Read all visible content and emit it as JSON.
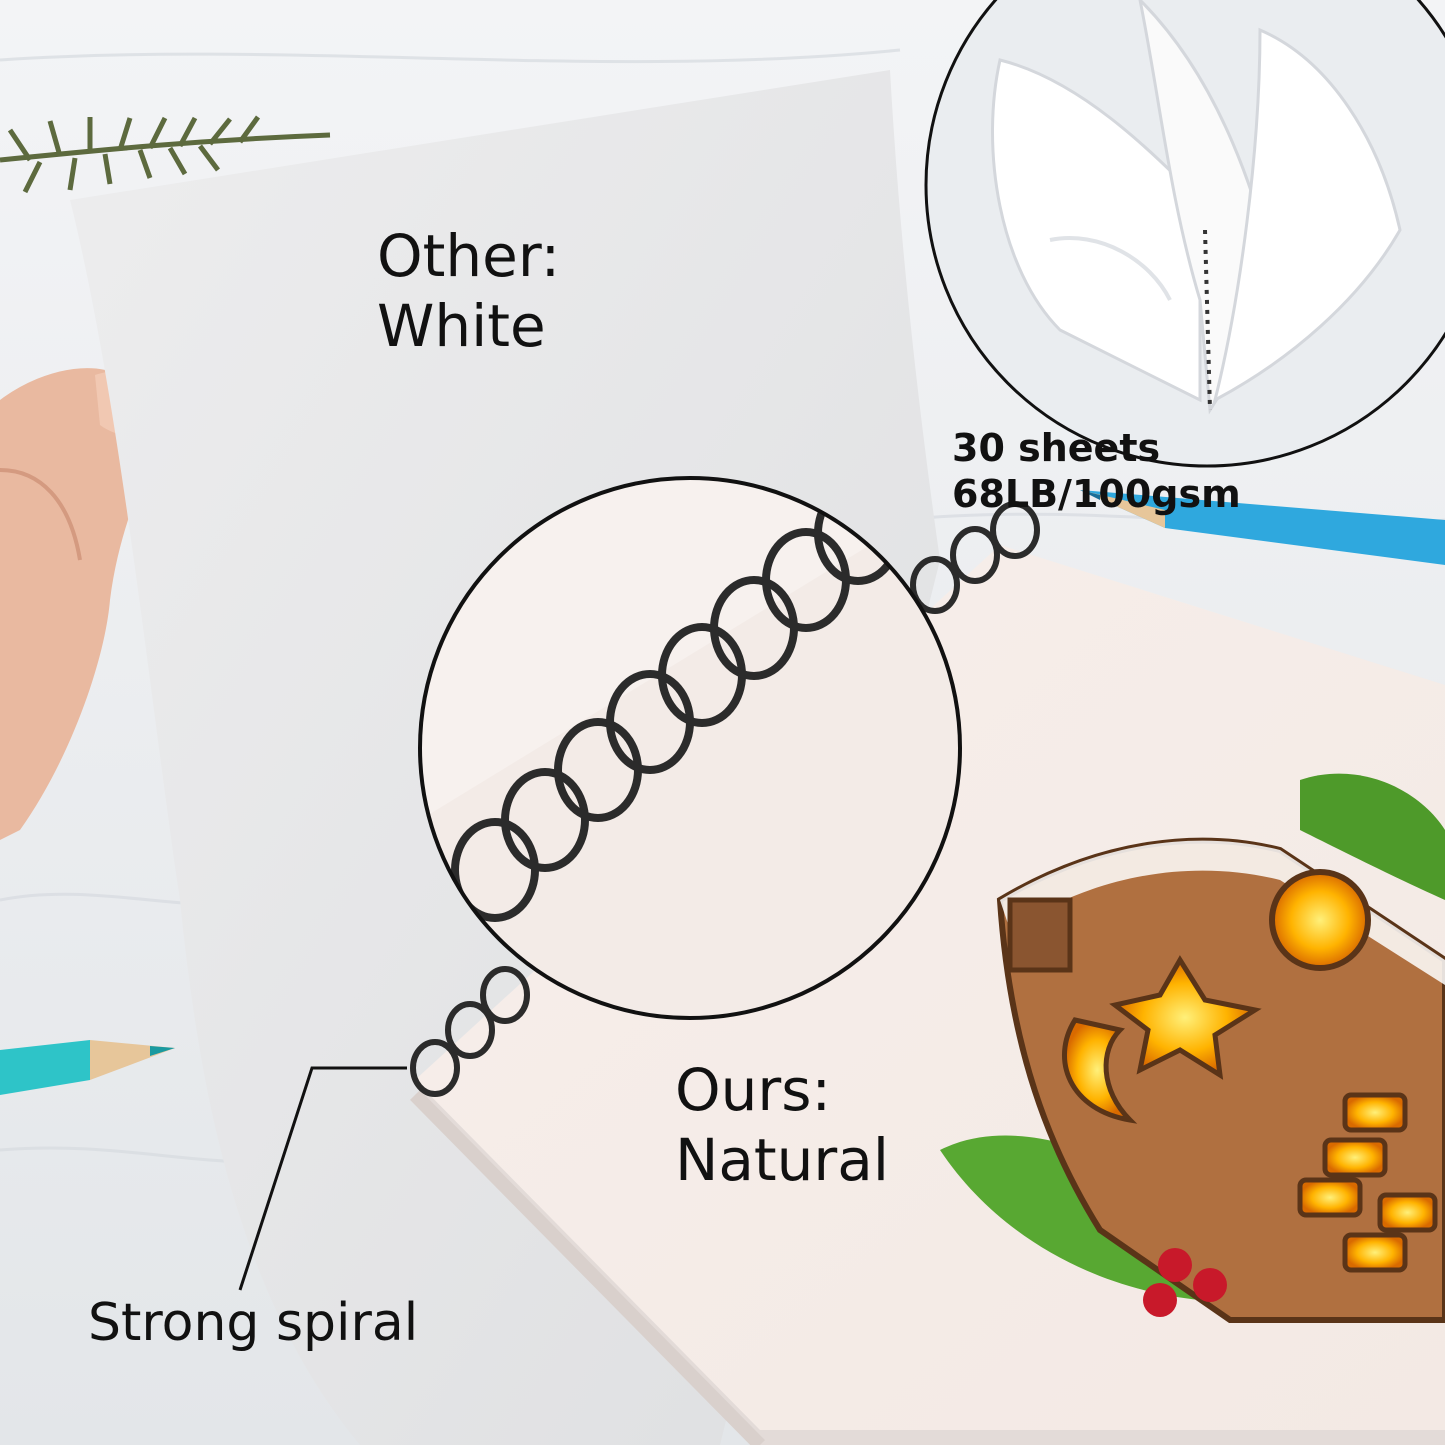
{
  "labels": {
    "other": "Other:\nWhite",
    "ours": "Ours:\nNatural",
    "spiral": "Strong spiral",
    "sheets": "30 sheets 68LB/100gsm"
  },
  "colors": {
    "background": "#eef0f2",
    "white_paper": "#e9e9ea",
    "natural_paper": "#f6eeea",
    "spiral": "#2b2b2b",
    "pencil_blue": "#2fa8de",
    "pencil_teal": "#2ec4c8",
    "gingerbread": "#b07040",
    "window_glow": "#ffb300",
    "pine": "#4e9a2a",
    "berry": "#c8192a"
  },
  "icons": {
    "spiral": "spiral-binding-icon",
    "pencil": "colored-pencil-icon"
  }
}
